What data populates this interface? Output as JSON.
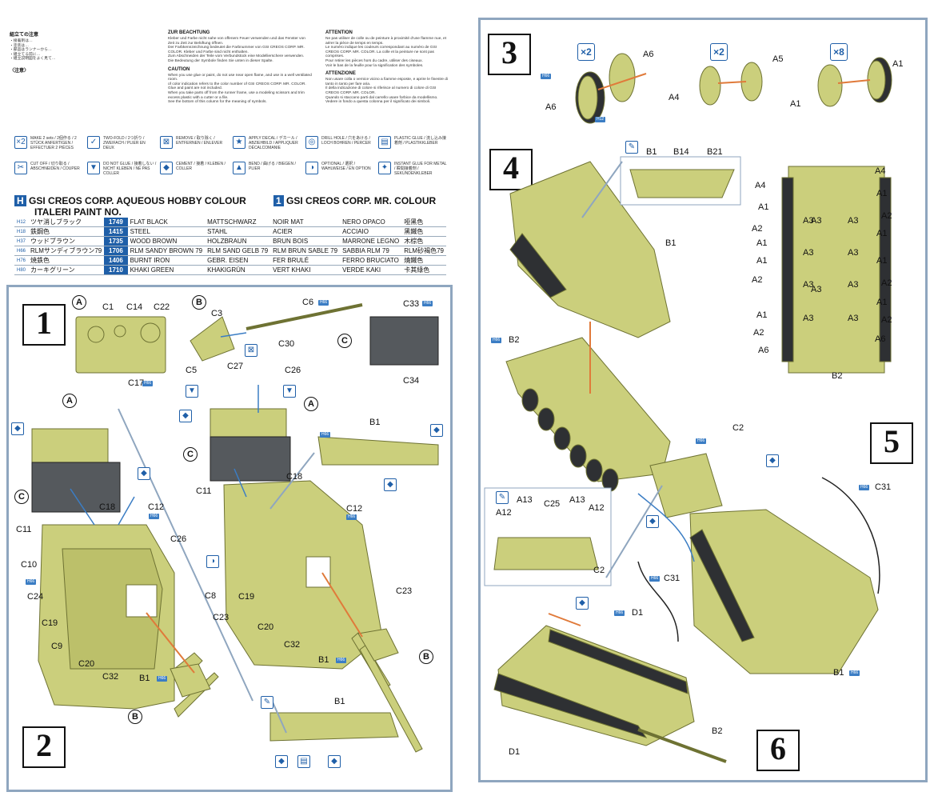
{
  "notes": {
    "jp_title": "組立ての注意",
    "jp_lines": [
      "・接着剤は…",
      "・塗装は…",
      "・部品はランナーから…",
      "・組立てる前に…",
      "・組立説明図をよく見て…"
    ],
    "jp_caution": "〈注意〉",
    "de_title": "ZUR BEACHTUNG",
    "de_lines": [
      "Kleber und Farbe nicht nahe von offenem Feuer verwenden und das Fenster von Zeit zu Zeit zur Belüftung öffnen.",
      "Der Farbkennzeichnung bedeutet die Farbnummer von GSI CREOS CORP. MR. COLOR. Kleber und Farbe sind nicht enthalten.",
      "Zum Abschneiden der Teile vom Verbundstück eine Modellierschere verwenden.",
      "Die Bedeutung der Symbole finden Sie unten in dieser Spalte."
    ],
    "en_title": "CAUTION",
    "en_lines": [
      "When you use glue or paint, do not use near open flame, and use in a well ventilated room.",
      "of color indication refers to the color number of GSI CREOS CORP. MR. COLOR. Glue and paint are not included.",
      "When you take parts off from the runner frame, use a modeling scissors and trim excess plastic with a cutter or a file.",
      "See the bottom of this column for the meaning of symbols."
    ],
    "fr_title": "ATTENTION",
    "fr_lines": [
      "Ne pas utiliser de colle ou de peinture à proximité d'une flamme nue, et aérer la pièce de temps en temps.",
      "Le numéro indique les couleurs correspondant au numéro de GSI CREOS CORP. MR. COLOR. La colle et la peinture ne sont pas comprises.",
      "Pour retirer les pièces hors du cadre, utiliser des ciseaux.",
      "Voir le bas de la feuille pour la signification des symboles."
    ],
    "it_title": "ATTENZIONE",
    "it_lines": [
      "Non usare colla o vernice vicino a fiamme esposte, e aprire le finestre di tanto in tanto per fare aria.",
      "Il della indicazione di colore si riferisce al numero di colore di GSI CREOS CORP. MR. COLOR.",
      "Quando si staccano parti dal carrello usare forbice da modellismo.",
      "Vedere in fondo a questa colonna per il significato dei simboli."
    ]
  },
  "symbols": [
    {
      "glyph": "×2",
      "text": "MAKE 2 sets / 2個作る / 2 STÜCK ANFERTIGEN / EFFECTUER 2 PIÈCES"
    },
    {
      "glyph": "✓",
      "text": "TWO-FOLD / 2つ折り / ZWEIFACH / PLIER EN DEUX"
    },
    {
      "glyph": "⊠",
      "text": "REMOVE / 取り除く / ENTFERNEN / ENLEVER"
    },
    {
      "glyph": "★",
      "text": "APPLY DECAL / デカール / ABZIEHBILD / APPLIQUER DÉCALCOMANIE"
    },
    {
      "glyph": "◎",
      "text": "DRILL HOLE / 穴をあける / LOCH BOHREN / PERCER"
    },
    {
      "glyph": "▤",
      "text": "PLASTIC GLUE / 流し込み接着剤 / PLASTIKKLEBER"
    },
    {
      "glyph": "✂",
      "text": "CUT OFF / 切り取る / ABSCHNEIDEN / COUPER"
    },
    {
      "glyph": "▼",
      "text": "DO NOT GLUE / 接着しない / NICHT KLEBEN / NE PAS COLLER"
    },
    {
      "glyph": "◆",
      "text": "CEMENT / 接着 / KLEBEN / COLLER"
    },
    {
      "glyph": "▲",
      "text": "BEND / 曲げる / BIEGEN / PLIER"
    },
    {
      "glyph": "◑",
      "text": "OPTIONAL / 選択 / WAHLWEISE / EN OPTION"
    },
    {
      "glyph": "✦",
      "text": "INSTANT GLUE FOR METAL / 瞬間接着剤 / SEKUNDENKLEBER"
    }
  ],
  "paint": {
    "header_left_code": "H",
    "header_left": "GSI CREOS CORP. AQUEOUS HOBBY COLOUR",
    "header_left2": "ITALERI PAINT NO.",
    "header_right_code": "1",
    "header_right": "GSI CREOS CORP. MR. COLOUR",
    "rows": [
      {
        "h": "H12",
        "jp": "ツヤ消しブラック",
        "code": "1749",
        "en": "FLAT BLACK",
        "de": "MATTSCHWARZ",
        "fr": "NOIR MAT",
        "it": "NERO OPACO",
        "cn": "哑黑色"
      },
      {
        "h": "H18",
        "jp": "鉄鋼色",
        "code": "1415",
        "en": "STEEL",
        "de": "STAHL",
        "fr": "ACIER",
        "it": "ACCIAIO",
        "cn": "黑鐵色"
      },
      {
        "h": "H37",
        "jp": "ウッドブラウン",
        "code": "1735",
        "en": "WOOD BROWN",
        "de": "HOLZBRAUN",
        "fr": "BRUN BOIS",
        "it": "MARRONE LEGNO",
        "cn": "木棕色"
      },
      {
        "h": "H66",
        "jp": "RLMサンディブラウン79",
        "code": "1706",
        "en": "RLM SANDY BROWN 79",
        "de": "RLM SAND GELB 79",
        "fr": "RLM BRUN SABLE 79",
        "it": "SABBIA RLM 79",
        "cn": "RLM砂褐色79"
      },
      {
        "h": "H76",
        "jp": "焼鉄色",
        "code": "1406",
        "en": "BURNT IRON",
        "de": "GEBR. EISEN",
        "fr": "FER BRULÉ",
        "it": "FERRO BRUCIATO",
        "cn": "燒鐵色"
      },
      {
        "h": "H80",
        "jp": "カーキグリーン",
        "code": "1710",
        "en": "KHAKI GREEN",
        "de": "KHAKIGRÜN",
        "fr": "VERT KHAKI",
        "it": "VERDE KAKI",
        "cn": "卡其綠色"
      }
    ]
  },
  "colors": {
    "frame": "#8fa6bf",
    "hull": "#cbcf7c",
    "hull_dark": "#9ea256",
    "grey_part": "#55595d",
    "accent_blue": "#1f5fa8",
    "arrow": "#e07a3a"
  },
  "steps": {
    "s1": {
      "number": "1",
      "runners": [
        "A",
        "B",
        "C"
      ],
      "labels": [
        "C1",
        "C14",
        "C22",
        "C17",
        "C3",
        "C5",
        "C27",
        "C6",
        "C30",
        "C33",
        "C34"
      ],
      "tags": [
        "H66",
        "H66",
        "H66"
      ]
    },
    "s2": {
      "number": "2",
      "runners": [
        "A",
        "C",
        "B"
      ],
      "labels": [
        "C11",
        "C18",
        "C12",
        "C26",
        "C10",
        "C24",
        "C19",
        "C9",
        "C20",
        "C32",
        "C8",
        "C23",
        "B1"
      ],
      "tags": [
        "H66",
        "H66",
        "H66",
        "H66"
      ]
    },
    "s2b": {
      "runners": [
        "A",
        "C",
        "B"
      ],
      "labels": [
        "C26",
        "C11",
        "C18",
        "C12",
        "C19",
        "C20",
        "C32",
        "C23",
        "B1"
      ],
      "tags": [
        "H66",
        "H66"
      ]
    },
    "inset1": {
      "labels": [
        "B1"
      ]
    },
    "inset2": {
      "labels": [
        "B1"
      ]
    },
    "s3": {
      "number": "3",
      "groups": [
        {
          "mult": "×2",
          "labels": [
            "A6",
            "A6"
          ],
          "tags": [
            "H66",
            "H12"
          ]
        },
        {
          "mult": "×2",
          "labels": [
            "A5",
            "A4"
          ]
        },
        {
          "mult": "×8",
          "labels": [
            "A1",
            "A1"
          ]
        }
      ]
    },
    "s4": {
      "number": "4",
      "inset_labels": [
        "B1",
        "B14",
        "B21"
      ],
      "labels": [
        "B1",
        "B2"
      ],
      "tags": [
        "H66"
      ],
      "underside_labels": [
        "A4",
        "A4",
        "A1",
        "A1",
        "A2",
        "A2",
        "A1",
        "A1",
        "A3",
        "A3",
        "A3",
        "A3",
        "A3",
        "A3",
        "A3",
        "A3",
        "A3",
        "A3",
        "A1",
        "A1",
        "A2",
        "A2",
        "A1",
        "A1",
        "A2",
        "A2",
        "A6",
        "A6",
        "B2"
      ]
    },
    "s5": {
      "number": "5",
      "labels": [
        "C2",
        "C31",
        "C31",
        "B1"
      ],
      "inset_labels": [
        "A13",
        "C25",
        "A13",
        "A12",
        "A12",
        "C2"
      ],
      "tags": [
        "H66",
        "H66",
        "H66",
        "H66"
      ]
    },
    "s6": {
      "number": "6",
      "labels": [
        "D1",
        "B2",
        "D1"
      ],
      "tags": [
        "H66"
      ]
    }
  }
}
